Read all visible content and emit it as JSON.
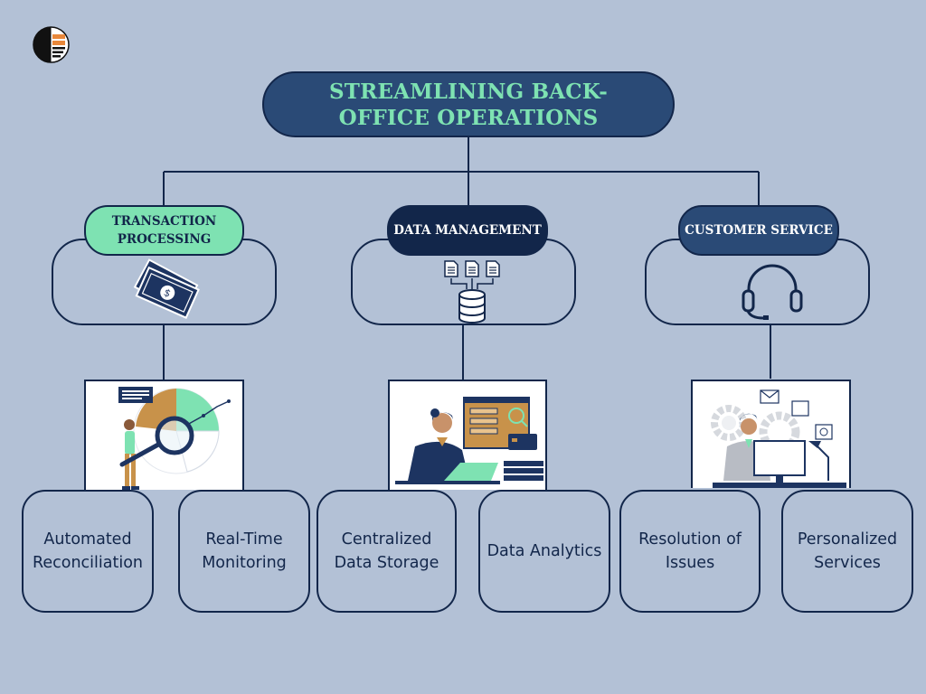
{
  "title": "STREAMLINING BACK-OFFICE OPERATIONS",
  "colors": {
    "background": "#b3c1d6",
    "navy": "#12264a",
    "title_fill": "#2a4a76",
    "title_text": "#7ee2b2",
    "mint": "#7ee2b2",
    "leaf_text": "#12264a"
  },
  "categories": [
    {
      "label": "TRANSACTION PROCESSING",
      "icon": "money-bills-icon",
      "illustration": "magnifier-analytics-illustration",
      "children": [
        "Automated Reconciliation",
        "Real-Time Monitoring"
      ]
    },
    {
      "label": "DATA MANAGEMENT",
      "icon": "database-documents-icon",
      "illustration": "data-worker-illustration",
      "children": [
        "Centralized Data Storage",
        "Data Analytics"
      ]
    },
    {
      "label": "CUSTOMER SERVICE",
      "icon": "headset-icon",
      "illustration": "support-agent-illustration",
      "children": [
        "Resolution of Issues",
        "Personalized Services"
      ]
    }
  ]
}
